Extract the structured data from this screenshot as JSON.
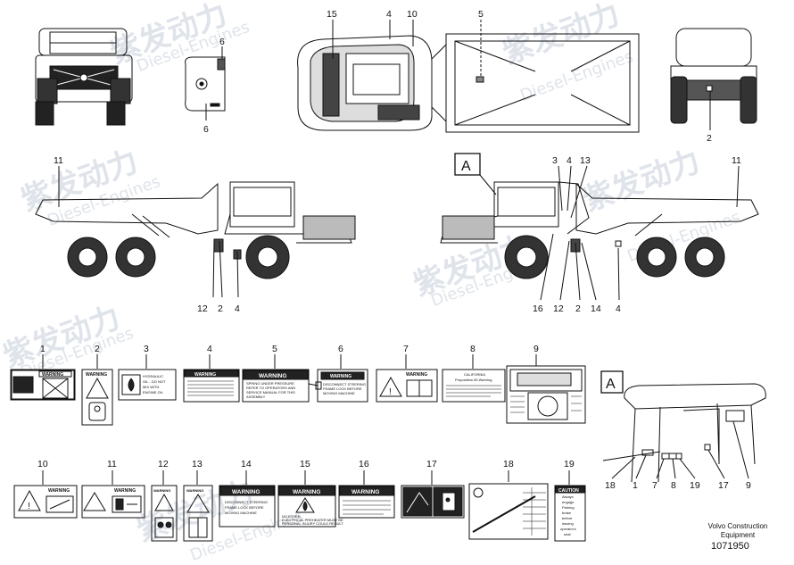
{
  "watermark": {
    "brand": "紫发动力",
    "sub": "Diesel-Engines"
  },
  "top_callouts": {
    "c6a": "6",
    "c6b": "6",
    "c15": "15",
    "c4": "4",
    "c10": "10",
    "c5": "5",
    "c2": "2"
  },
  "side_left_callouts": {
    "c11": "11",
    "c12": "12",
    "c2": "2",
    "c4": "4"
  },
  "side_right_callouts": {
    "cA": "A",
    "c3": "3",
    "c4": "4",
    "c13": "13",
    "c11": "11",
    "c16": "16",
    "c12": "12",
    "c2": "2",
    "c14": "14",
    "c4b": "4"
  },
  "label_numbers_row1": [
    "1",
    "2",
    "3",
    "4",
    "5",
    "6",
    "7",
    "8",
    "9"
  ],
  "label_numbers_row2": [
    "10",
    "11",
    "12",
    "13",
    "14",
    "15",
    "16",
    "17",
    "18",
    "19"
  ],
  "labels": {
    "warning": "WARNING",
    "caution": "CAUTION",
    "l3": [
      "HYDRAULIC",
      "OIL - DO NOT",
      "MIX WITH",
      "ENGINE OIL"
    ],
    "l5": [
      "SPRING UNDER PRESSURE",
      "REFER TO OPERATORS AND",
      "SERVICE MANUAL FOR THIS",
      "ASSEMBLY"
    ],
    "l6": [
      "DISCONNECT STEERING",
      "FRAME LOCK BEFORE",
      "MOVING MACHINE"
    ],
    "l8": [
      "CALIFORNIA",
      "Proposition 65 Warning"
    ],
    "l14": [
      "DISCONNECT STEERING",
      "FRAME LOCK BEFORE",
      "MOVING MACHINE"
    ],
    "l15": [
      "NO ETHER",
      "ELECTRICAL PREHEATER MUST BE",
      "PERSONAL INJURY COULD RESULT"
    ],
    "l19": [
      "Always",
      "engage",
      "Parking",
      "brake",
      "before",
      "leaving",
      "operator's",
      "seat"
    ]
  },
  "detail_A": {
    "title": "A",
    "callouts": [
      "18",
      "1",
      "7",
      "8",
      "19",
      "17",
      "9"
    ]
  },
  "footer": {
    "line1": "Volvo Construction",
    "line2": "Equipment",
    "code": "1071950"
  }
}
